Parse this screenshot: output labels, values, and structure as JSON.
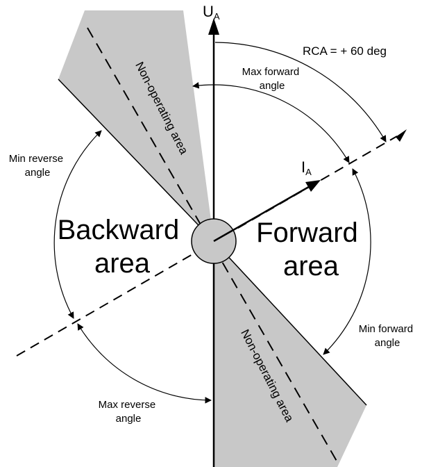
{
  "diagram": {
    "u_axis": {
      "main": "U",
      "sub": "A"
    },
    "i_axis": {
      "main": "I",
      "sub": "A"
    },
    "rca_label": "RCA = + 60 deg",
    "max_forward": [
      "Max forward",
      "angle"
    ],
    "min_forward": [
      "Min forward",
      "angle"
    ],
    "max_reverse": [
      "Max reverse",
      "angle"
    ],
    "min_reverse": [
      "Min reverse",
      "angle"
    ],
    "forward_area": [
      "Forward",
      "area"
    ],
    "backward_area": [
      "Backward",
      "area"
    ],
    "non_operating_upper": "Non-operating area",
    "non_operating_lower": "Non-operating area",
    "colors": {
      "shade": "#c8c8c8",
      "line": "#000000",
      "background": "#ffffff"
    }
  }
}
